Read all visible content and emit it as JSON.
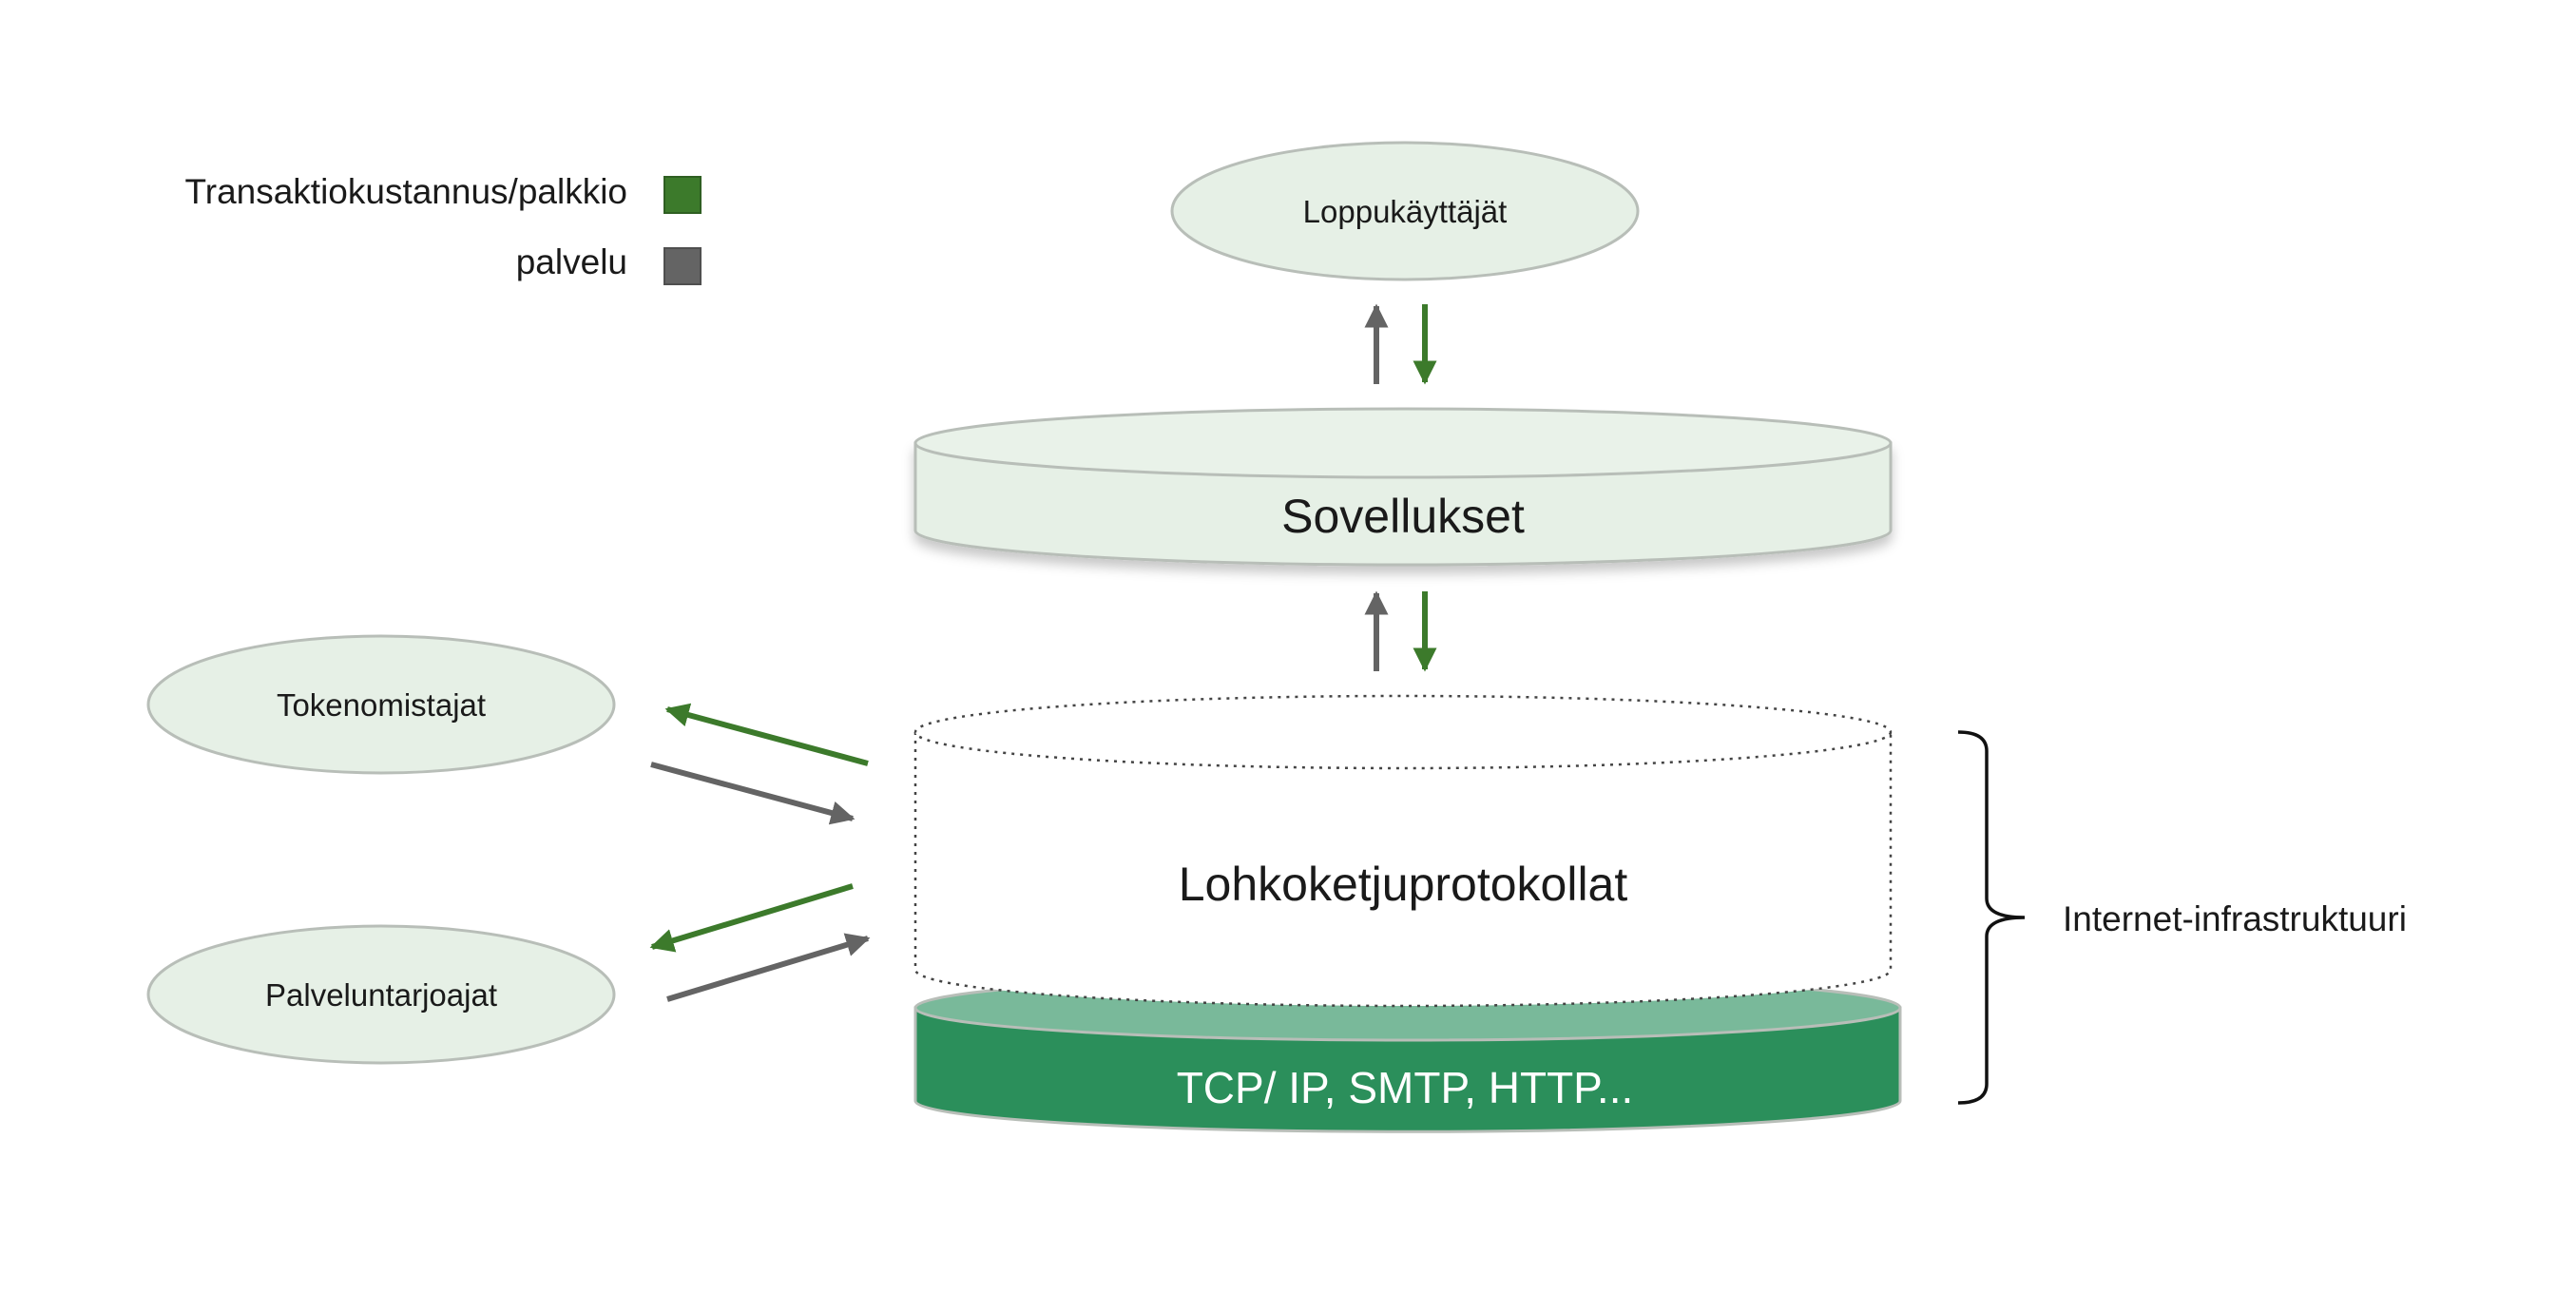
{
  "legend": {
    "transaction_label": "Transaktiokustannus/palkkio",
    "service_label": "palvelu"
  },
  "nodes": {
    "end_users": "Loppukäyttäjät",
    "applications": "Sovellukset",
    "protocols": "Lohkoketjuprotokollat",
    "internet_protocols": "TCP/ IP, SMTP, HTTP...",
    "token_holders": "Tokenomistajat",
    "service_providers": "Palveluntarjoajat"
  },
  "brace_label": "Internet-infrastruktuuri",
  "colors": {
    "transaction": "#3c7a2b",
    "service": "#646464",
    "node_fill": "#e6f0e6",
    "node_stroke": "#b8beb8",
    "internet_layer": "#2b8f5b",
    "internet_layer_top": "#79b99a"
  }
}
